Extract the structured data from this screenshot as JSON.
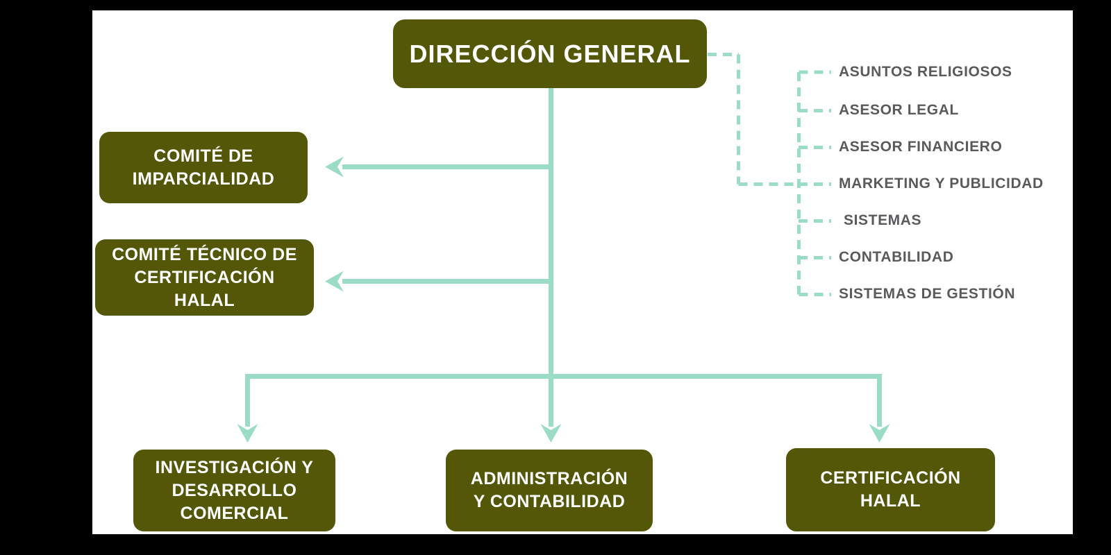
{
  "page": {
    "background_color": "#000000",
    "canvas_color": "#ffffff"
  },
  "colors": {
    "node_fill": "#545708",
    "node_text": "#ffffff",
    "connector": "#9adcc5",
    "advisor_text": "#595a5c"
  },
  "org_chart": {
    "root": {
      "label": "DIRECCIÓN GENERAL"
    },
    "committees": [
      {
        "label": "COMITÉ DE\nIMPARCIALIDAD"
      },
      {
        "label": "COMITÉ TÉCNICO DE\nCERTIFICACIÓN\nHALAL"
      }
    ],
    "staff_advisors": [
      {
        "label": "ASUNTOS RELIGIOSOS"
      },
      {
        "label": "ASESOR LEGAL"
      },
      {
        "label": "ASESOR FINANCIERO"
      },
      {
        "label": "MARKETING Y PUBLICIDAD"
      },
      {
        "label": "SISTEMAS"
      },
      {
        "label": "CONTABILIDAD"
      },
      {
        "label": "SISTEMAS DE GESTIÓN"
      }
    ],
    "departments": [
      {
        "label": "INVESTIGACIÓN Y\nDESARROLLO\nCOMERCIAL"
      },
      {
        "label": "ADMINISTRACIÓN\nY CONTABILIDAD"
      },
      {
        "label": "CERTIFICACIÓN\nHALAL"
      }
    ]
  }
}
